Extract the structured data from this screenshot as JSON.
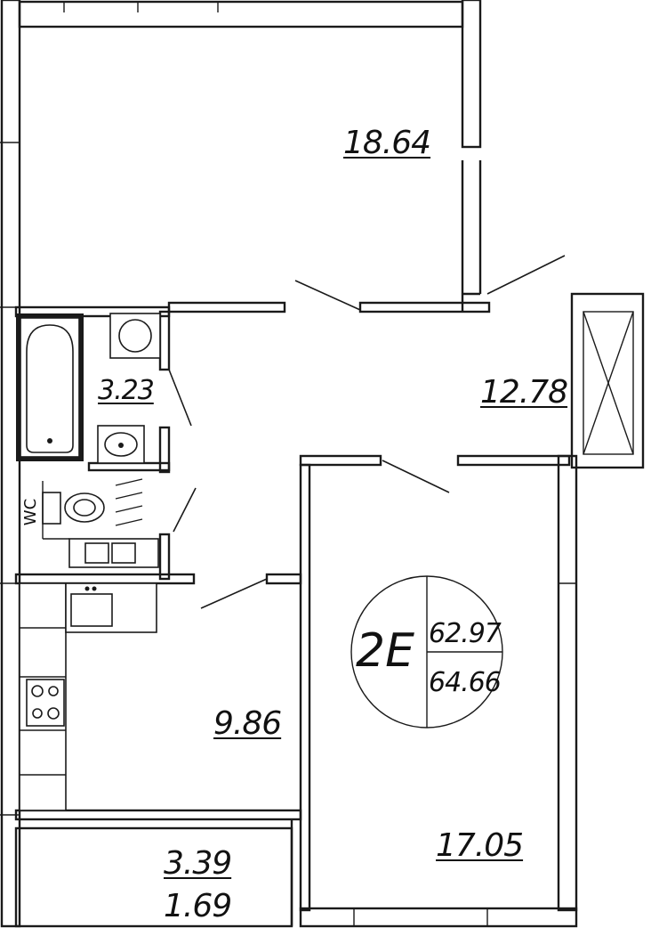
{
  "rooms": {
    "room_top": "18.64",
    "hall": "12.78",
    "bathroom": "3.23",
    "kitchen": "9.86",
    "room_bottom": "17.05",
    "balcony_total": "3.39",
    "balcony_reduced": "1.69"
  },
  "wc_label": "WC",
  "apartment": {
    "code": "2E",
    "living_area": "62.97",
    "total_area": "64.66"
  }
}
